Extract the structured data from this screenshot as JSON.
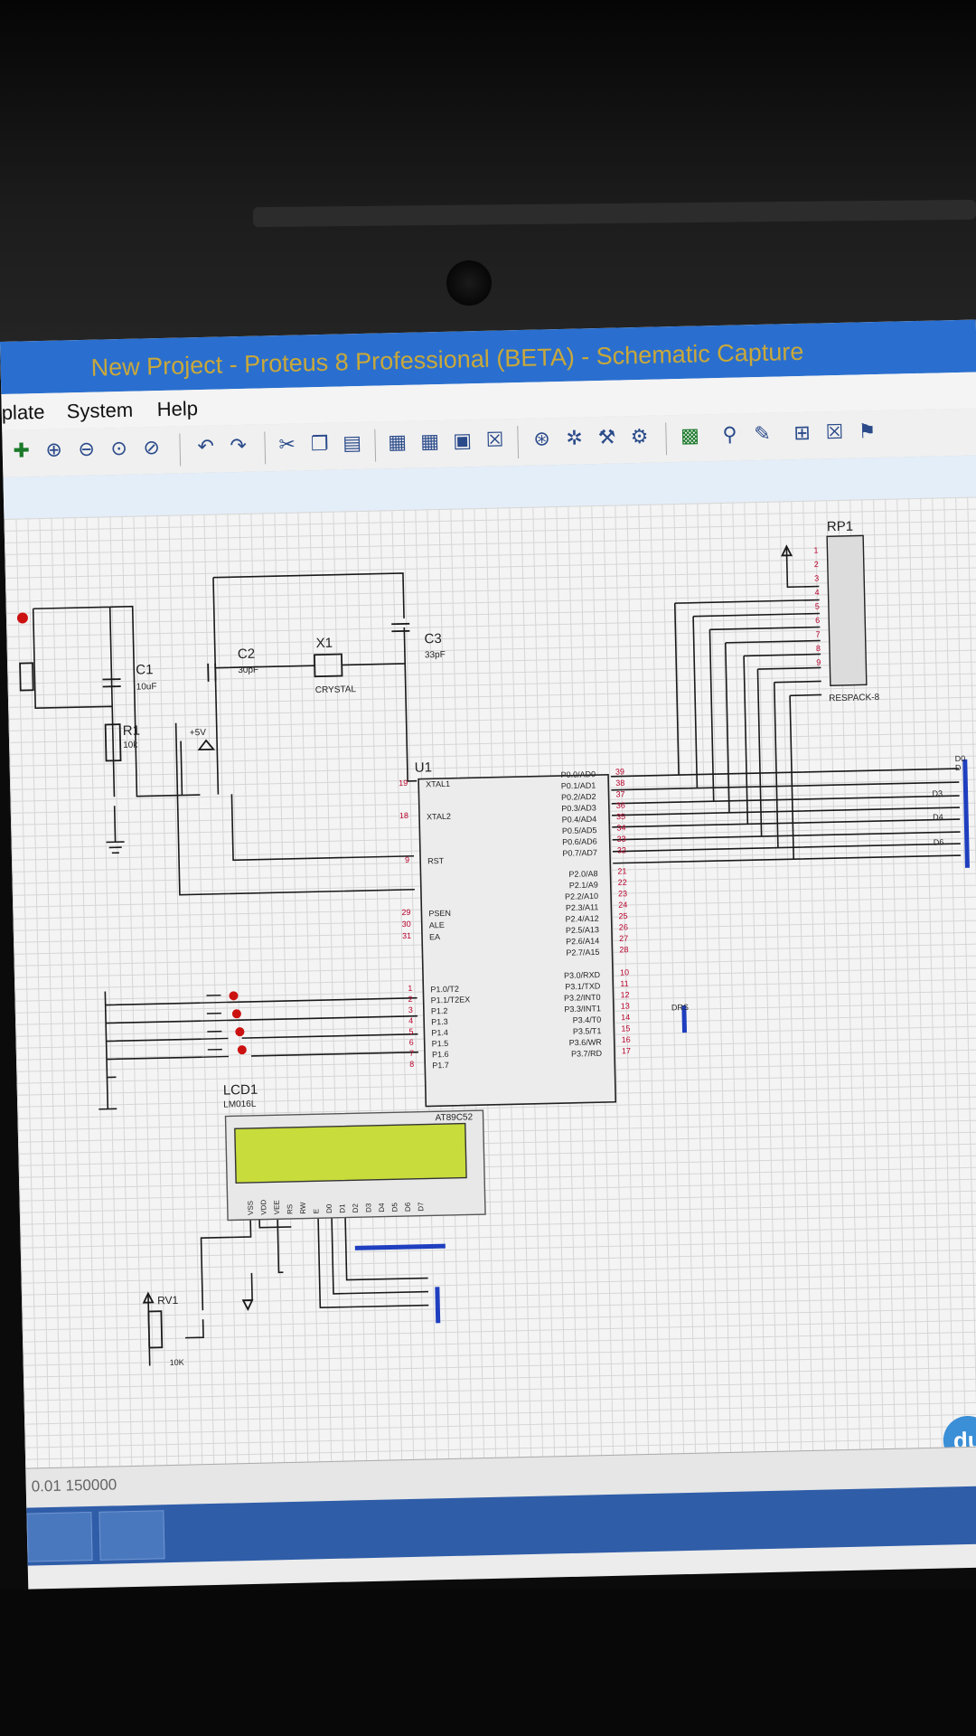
{
  "window": {
    "title": "New Project - Proteus 8 Professional (BETA) - Schematic Capture"
  },
  "menu": [
    "plate",
    "System",
    "Help"
  ],
  "status": {
    "coords": "0.01 150000"
  },
  "watermark": "du",
  "colors": {
    "titlebar": "#2a6fcf",
    "title_text": "#c9a83a",
    "wire": "#1a1a1a",
    "pin_num": "#b8002a",
    "bus": "#1f3fbf",
    "lcd_screen": "#c8dc3c"
  },
  "schematic": {
    "rp1": {
      "ref": "RP1",
      "value": "RESPACK-8",
      "pins": [
        "1",
        "2",
        "3",
        "4",
        "5",
        "6",
        "7",
        "8",
        "9"
      ]
    },
    "c1": {
      "ref": "C1",
      "value": "10uF"
    },
    "c2": {
      "ref": "C2",
      "value": "30pF"
    },
    "c3": {
      "ref": "C3",
      "value": "33pF"
    },
    "x1": {
      "ref": "X1",
      "value": "CRYSTAL"
    },
    "r1": {
      "ref": "R1",
      "value": "10k"
    },
    "power": "+5V",
    "u1": {
      "ref": "U1",
      "part": "AT89C52",
      "left_pins": [
        {
          "num": "19",
          "name": "XTAL1"
        },
        {
          "num": "18",
          "name": "XTAL2"
        },
        {
          "num": "9",
          "name": "RST"
        },
        {
          "num": "29",
          "name": "PSEN"
        },
        {
          "num": "30",
          "name": "ALE"
        },
        {
          "num": "31",
          "name": "EA"
        },
        {
          "num": "1",
          "name": "P1.0/T2"
        },
        {
          "num": "2",
          "name": "P1.1/T2EX"
        },
        {
          "num": "3",
          "name": "P1.2"
        },
        {
          "num": "4",
          "name": "P1.3"
        },
        {
          "num": "5",
          "name": "P1.4"
        },
        {
          "num": "6",
          "name": "P1.5"
        },
        {
          "num": "7",
          "name": "P1.6"
        },
        {
          "num": "8",
          "name": "P1.7"
        }
      ],
      "p0": [
        {
          "num": "39",
          "name": "P0.0/AD0"
        },
        {
          "num": "38",
          "name": "P0.1/AD1"
        },
        {
          "num": "37",
          "name": "P0.2/AD2"
        },
        {
          "num": "36",
          "name": "P0.3/AD3"
        },
        {
          "num": "35",
          "name": "P0.4/AD4"
        },
        {
          "num": "34",
          "name": "P0.5/AD5"
        },
        {
          "num": "33",
          "name": "P0.6/AD6"
        },
        {
          "num": "32",
          "name": "P0.7/AD7"
        }
      ],
      "p2": [
        {
          "num": "21",
          "name": "P2.0/A8"
        },
        {
          "num": "22",
          "name": "P2.1/A9"
        },
        {
          "num": "23",
          "name": "P2.2/A10"
        },
        {
          "num": "24",
          "name": "P2.3/A11"
        },
        {
          "num": "25",
          "name": "P2.4/A12"
        },
        {
          "num": "26",
          "name": "P2.5/A13"
        },
        {
          "num": "27",
          "name": "P2.6/A14"
        },
        {
          "num": "28",
          "name": "P2.7/A15"
        }
      ],
      "p3": [
        {
          "num": "10",
          "name": "P3.0/RXD"
        },
        {
          "num": "11",
          "name": "P3.1/TXD"
        },
        {
          "num": "12",
          "name": "P3.2/INT0"
        },
        {
          "num": "13",
          "name": "P3.3/INT1"
        },
        {
          "num": "14",
          "name": "P3.4/T0"
        },
        {
          "num": "15",
          "name": "P3.5/T1"
        },
        {
          "num": "16",
          "name": "P3.6/WR"
        },
        {
          "num": "17",
          "name": "P3.7/RD"
        }
      ]
    },
    "bus_labels": [
      "D0",
      "D",
      "D3",
      "D4",
      "D6"
    ],
    "lcd": {
      "ref": "LCD1",
      "part": "LM016L",
      "pins": [
        "VSS",
        "VDD",
        "VEE",
        "RS",
        "RW",
        "E",
        "D0",
        "D1",
        "D2",
        "D3",
        "D4",
        "D5",
        "D6",
        "D7"
      ]
    },
    "rv1": {
      "ref": "RV1",
      "value": "10K"
    },
    "drs": "DRS"
  }
}
